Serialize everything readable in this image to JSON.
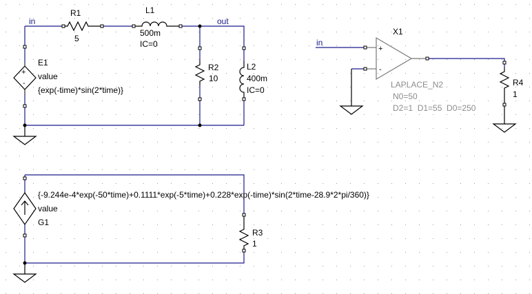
{
  "nets": {
    "in_top": "in",
    "out_top": "out",
    "in_right": "in"
  },
  "parts": {
    "R1": {
      "ref": "R1",
      "value": "5"
    },
    "L1": {
      "ref": "L1",
      "value": "500m",
      "ic": "IC=0"
    },
    "R2": {
      "ref": "R2",
      "value": "10"
    },
    "L2": {
      "ref": "L2",
      "value": "400m",
      "ic": "IC=0"
    },
    "E1": {
      "ref": "E1",
      "type": "value",
      "expr": "{exp(-time)*sin(2*time)}"
    },
    "X1": {
      "ref": "X1",
      "model": "LAPLACE_N2",
      "n0": "N0=50",
      "params": "D2=1  D1=55  D0=250"
    },
    "R4": {
      "ref": "R4",
      "value": "1"
    },
    "G1": {
      "ref": "G1",
      "type": "value",
      "expr": "{-9.244e-4*exp(-50*time)+0.1111*exp(-5*time)+0.228*exp(-time)*sin(2*time-28.9*2*pi/360)}"
    },
    "R3": {
      "ref": "R3",
      "value": "1"
    }
  },
  "symbols": {
    "plus": "+",
    "minus": "-"
  },
  "colors": {
    "wire": "#1a1a8c",
    "part": "#000000",
    "model_text": "#8c8c8c",
    "grid_dot": "#9a9a9a",
    "background": "#ffffff"
  }
}
